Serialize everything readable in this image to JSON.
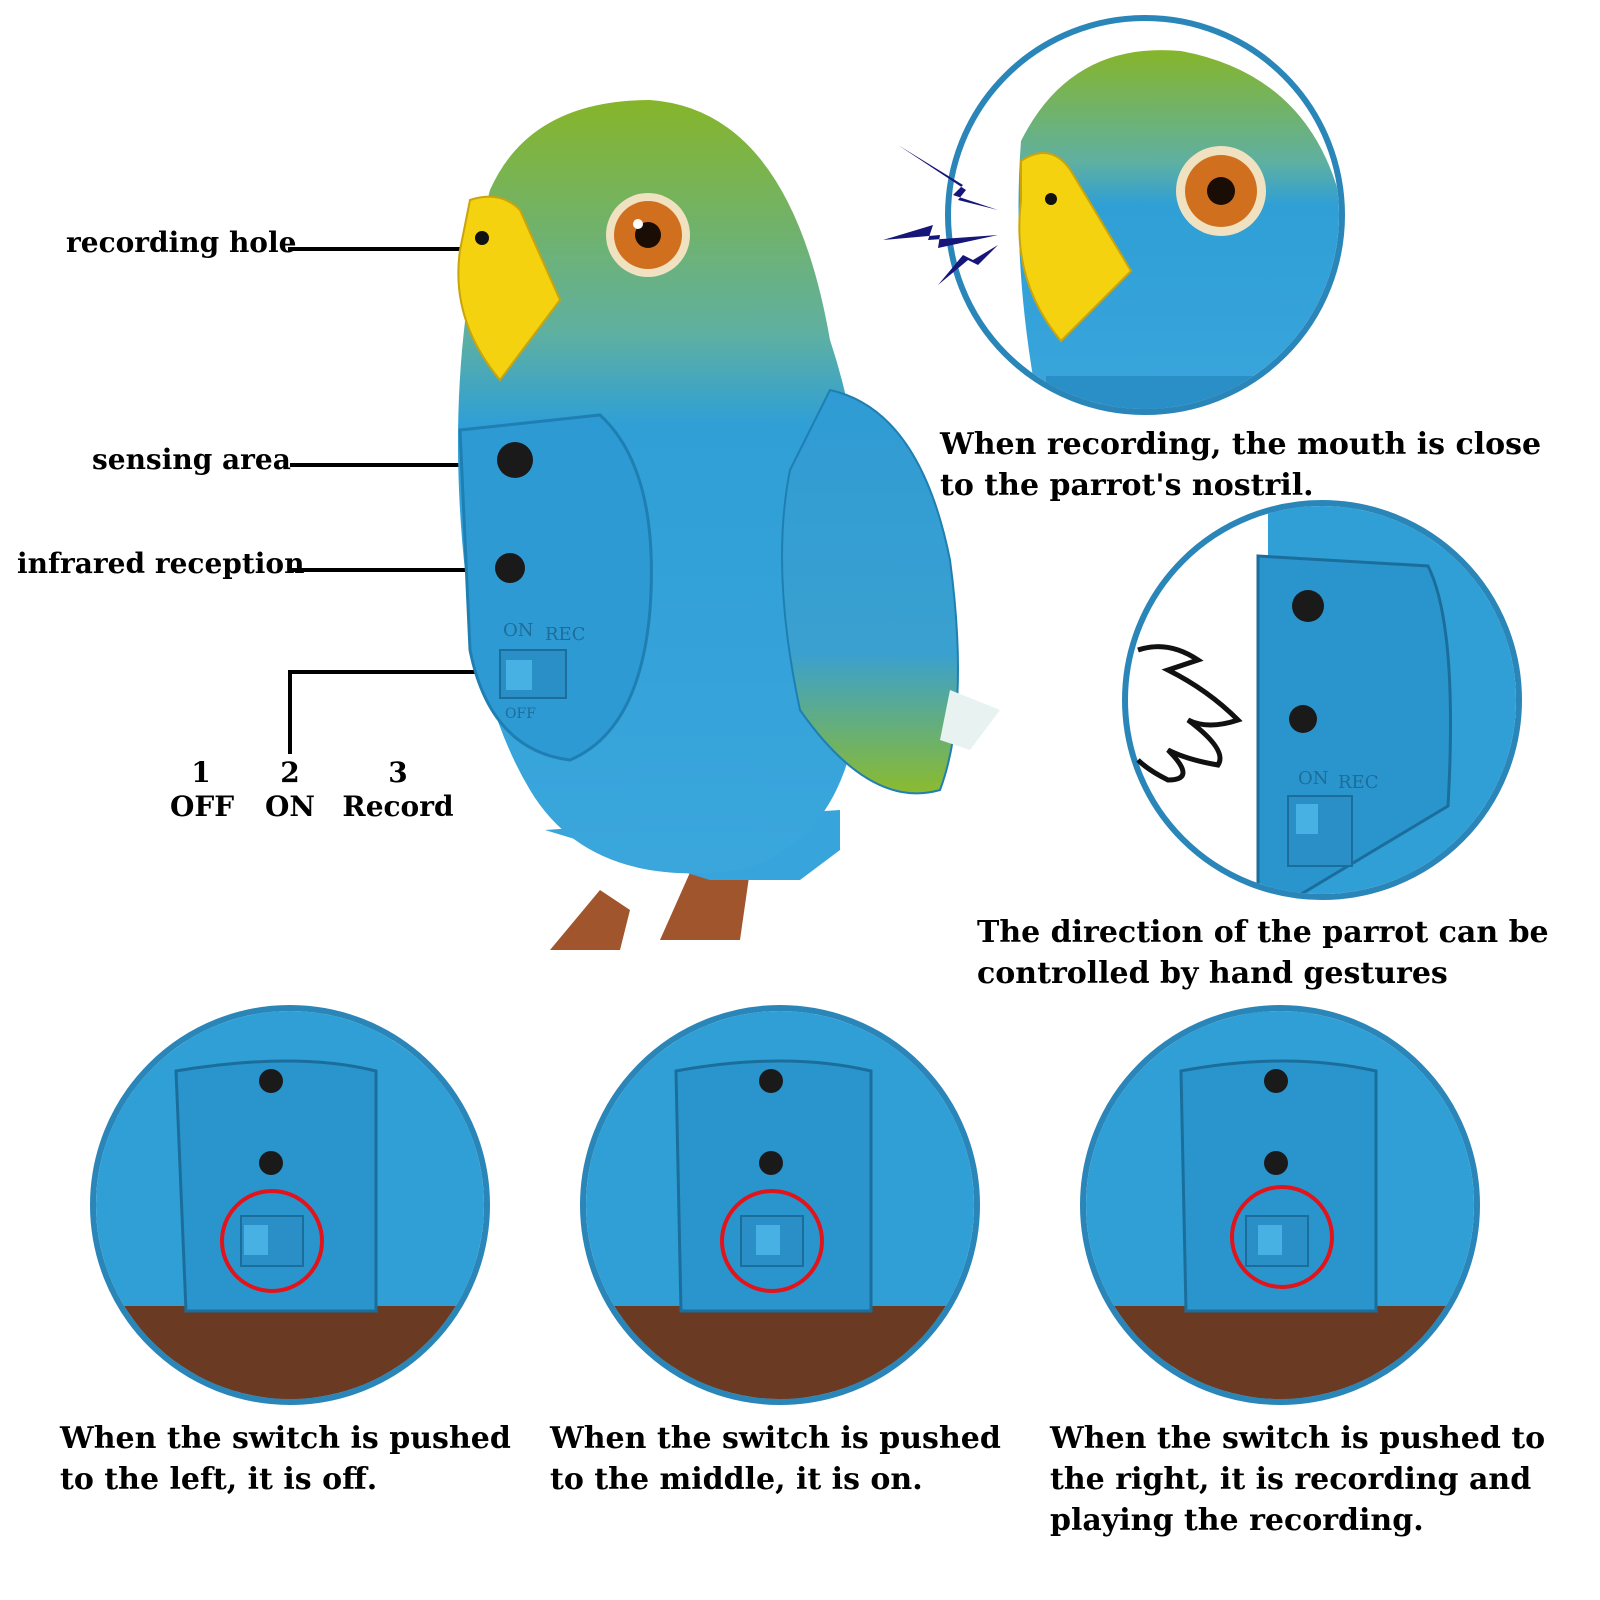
{
  "labels": {
    "recording_hole": "recording hole",
    "sensing_area": "sensing area",
    "infrared_reception": "infrared reception"
  },
  "switch_positions": [
    {
      "number": "1",
      "name": "OFF"
    },
    {
      "number": "2",
      "name": "ON"
    },
    {
      "number": "3",
      "name": "Record"
    }
  ],
  "switch_markings": {
    "on": "ON",
    "rec": "REC",
    "off": "OFF"
  },
  "captions": {
    "recording": [
      "When recording,  the mouth is close",
      "to the parrot's nostril."
    ],
    "gesture": [
      "The direction of the parrot can be",
      "controlled by hand gestures"
    ],
    "off": [
      "When the switch is pushed",
      "to the left, it is off."
    ],
    "on": [
      "When the switch is pushed",
      "to the middle, it is on."
    ],
    "record": [
      "When the switch is pushed to",
      "the right, it is recording and",
      "playing the recording."
    ]
  },
  "colors": {
    "ring": "#2a86b8",
    "highlight": "#e0141a",
    "body": "#2f9fd6",
    "head": "#7aae2e",
    "beak": "#f5d210"
  }
}
